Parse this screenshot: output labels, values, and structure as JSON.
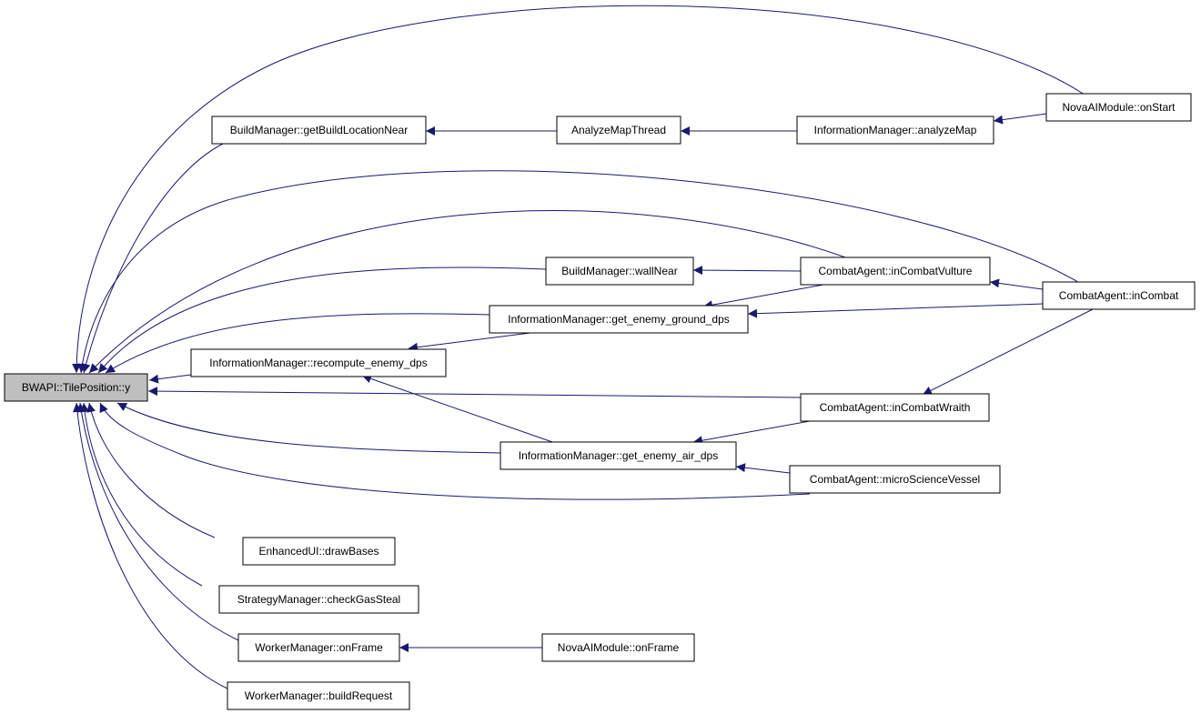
{
  "graph": {
    "edge_color": "#191970",
    "root_fill": "#bfbfbf",
    "nodes": [
      {
        "id": "n0",
        "label": "BWAPI::TilePosition::y"
      },
      {
        "id": "n1",
        "label": "BuildManager::getBuildLocationNear"
      },
      {
        "id": "n2",
        "label": "AnalyzeMapThread"
      },
      {
        "id": "n3",
        "label": "InformationManager::analyzeMap"
      },
      {
        "id": "n4",
        "label": "NovaAIModule::onStart"
      },
      {
        "id": "n5",
        "label": "BuildManager::wallNear"
      },
      {
        "id": "n6",
        "label": "CombatAgent::inCombatVulture"
      },
      {
        "id": "n7",
        "label": "CombatAgent::inCombat"
      },
      {
        "id": "n8",
        "label": "InformationManager::get_enemy_ground_dps"
      },
      {
        "id": "n9",
        "label": "InformationManager::recompute_enemy_dps"
      },
      {
        "id": "n10",
        "label": "CombatAgent::inCombatWraith"
      },
      {
        "id": "n11",
        "label": "InformationManager::get_enemy_air_dps"
      },
      {
        "id": "n12",
        "label": "CombatAgent::microScienceVessel"
      },
      {
        "id": "n13",
        "label": "EnhancedUI::drawBases"
      },
      {
        "id": "n14",
        "label": "StrategyManager::checkGasSteal"
      },
      {
        "id": "n15",
        "label": "WorkerManager::onFrame"
      },
      {
        "id": "n16",
        "label": "NovaAIModule::onFrame"
      },
      {
        "id": "n17",
        "label": "WorkerManager::buildRequest"
      }
    ],
    "edges": [
      {
        "from": "n1",
        "to": "n0"
      },
      {
        "from": "n2",
        "to": "n1"
      },
      {
        "from": "n3",
        "to": "n2"
      },
      {
        "from": "n4",
        "to": "n3"
      },
      {
        "from": "n4",
        "to": "n0"
      },
      {
        "from": "n5",
        "to": "n0"
      },
      {
        "from": "n6",
        "to": "n5"
      },
      {
        "from": "n6",
        "to": "n8"
      },
      {
        "from": "n6",
        "to": "n0"
      },
      {
        "from": "n7",
        "to": "n6"
      },
      {
        "from": "n7",
        "to": "n8"
      },
      {
        "from": "n7",
        "to": "n10"
      },
      {
        "from": "n7",
        "to": "n0"
      },
      {
        "from": "n8",
        "to": "n9"
      },
      {
        "from": "n8",
        "to": "n0"
      },
      {
        "from": "n9",
        "to": "n0"
      },
      {
        "from": "n10",
        "to": "n11"
      },
      {
        "from": "n10",
        "to": "n0"
      },
      {
        "from": "n11",
        "to": "n9"
      },
      {
        "from": "n11",
        "to": "n0"
      },
      {
        "from": "n12",
        "to": "n11"
      },
      {
        "from": "n12",
        "to": "n0"
      },
      {
        "from": "n13",
        "to": "n0"
      },
      {
        "from": "n14",
        "to": "n0"
      },
      {
        "from": "n15",
        "to": "n0"
      },
      {
        "from": "n16",
        "to": "n15"
      },
      {
        "from": "n17",
        "to": "n0"
      }
    ]
  }
}
